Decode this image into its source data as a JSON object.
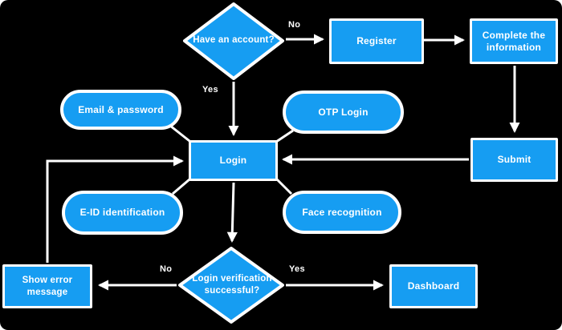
{
  "title": "Login flow flowchart",
  "colors": {
    "background": "#000000",
    "node_fill": "#169df2",
    "wire": "#ffffff",
    "text": "#ffffff"
  },
  "nodes": {
    "have_account": {
      "label": "Have an account?",
      "shape": "decision"
    },
    "register": {
      "label": "Register",
      "shape": "process"
    },
    "complete_info": {
      "label": "Complete the information",
      "shape": "process"
    },
    "submit": {
      "label": "Submit",
      "shape": "process"
    },
    "login": {
      "label": "Login",
      "shape": "process"
    },
    "email_password": {
      "label": "Email & password",
      "shape": "terminator"
    },
    "otp_login": {
      "label": "OTP Login",
      "shape": "terminator"
    },
    "eid_identification": {
      "label": "E-ID identification",
      "shape": "terminator"
    },
    "face_recognition": {
      "label": "Face recognition",
      "shape": "terminator"
    },
    "login_verification": {
      "label": "Login verification successful?",
      "shape": "decision"
    },
    "show_error": {
      "label": "Show error message",
      "shape": "process"
    },
    "dashboard": {
      "label": "Dashboard",
      "shape": "process"
    }
  },
  "edge_labels": {
    "no_top": "No",
    "yes_top": "Yes",
    "no_bottom": "No",
    "yes_bottom": "Yes"
  }
}
